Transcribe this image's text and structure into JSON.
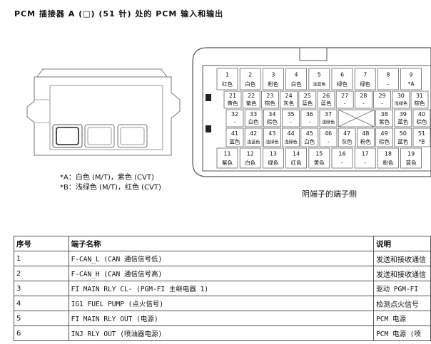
{
  "title": "PCM 插接器 A (□) (51 针) 处的 PCM 输入和输出",
  "notes": [
    "*A：白色 (M/T)，紫色 (CVT)",
    "*B：浅绿色 (M/T)，红色 (CVT)"
  ],
  "caption": "阴端子的端子侧",
  "connector_rows": [
    [
      {
        "n": "1",
        "c": "红色"
      },
      {
        "n": "2",
        "c": "白色"
      },
      {
        "n": "3",
        "c": "粉色"
      },
      {
        "n": "4",
        "c": "白色"
      },
      {
        "n": "5",
        "c": "浅蓝色"
      },
      {
        "n": "6",
        "c": "绿色"
      },
      {
        "n": "7",
        "c": "绿色"
      },
      {
        "n": "8",
        "c": "-"
      },
      {
        "n": "9",
        "c": "*A"
      }
    ],
    [
      {
        "n": "21",
        "c": "黄色"
      },
      {
        "n": "22",
        "c": "紫色"
      },
      {
        "n": "23",
        "c": "棕色"
      },
      {
        "n": "24",
        "c": "灰色"
      },
      {
        "n": "25",
        "c": "蓝色"
      },
      {
        "n": "26",
        "c": "蓝色"
      },
      {
        "n": "27",
        "c": "-"
      },
      {
        "n": "28",
        "c": "-"
      },
      {
        "n": "29",
        "c": "-"
      },
      {
        "n": "30",
        "c": "浅绿色"
      },
      {
        "n": "31",
        "c": "棕色"
      }
    ],
    [
      {
        "n": "32",
        "c": "-"
      },
      {
        "n": "33",
        "c": "白色"
      },
      {
        "n": "34",
        "c": "棕色"
      },
      {
        "n": "35",
        "c": "-"
      },
      {
        "n": "36",
        "c": "-"
      },
      {
        "n": "37",
        "c": "浅绿色"
      },
      {
        "n": "38",
        "c": "紫色"
      },
      {
        "n": "39",
        "c": "蓝色"
      },
      {
        "n": "40",
        "c": "棕色"
      }
    ],
    [
      {
        "n": "41",
        "c": "蓝色"
      },
      {
        "n": "42",
        "c": "浅蓝色"
      },
      {
        "n": "43",
        "c": "浅绿色"
      },
      {
        "n": "44",
        "c": "浅绿色"
      },
      {
        "n": "45",
        "c": "白色"
      },
      {
        "n": "46",
        "c": "-"
      },
      {
        "n": "47",
        "c": "灰色"
      },
      {
        "n": "48",
        "c": "粉色"
      },
      {
        "n": "49",
        "c": "棕色"
      },
      {
        "n": "50",
        "c": "蓝色"
      },
      {
        "n": "51",
        "c": "*B"
      }
    ],
    [
      {
        "n": "11",
        "c": "紫色"
      },
      {
        "n": "12",
        "c": "白色"
      },
      {
        "n": "13",
        "c": "绿色"
      },
      {
        "n": "14",
        "c": "红色"
      },
      {
        "n": "15",
        "c": "黄色"
      },
      {
        "n": "16",
        "c": "-"
      },
      {
        "n": "17",
        "c": "-"
      },
      {
        "n": "18",
        "c": "粉色"
      },
      {
        "n": "19",
        "c": "蓝色"
      }
    ]
  ],
  "table": {
    "headers": [
      "序号",
      "端子名称",
      "说明"
    ],
    "rows": [
      {
        "no": "1",
        "name": "F-CAN_L (CAN 通信信号低)",
        "desc": "发送和接收通信"
      },
      {
        "no": "2",
        "name": "F-CAN_H (CAN 通信信号高)",
        "desc": "发送和接收通信"
      },
      {
        "no": "3",
        "name": "FI MAIN RLY CL- (PGM-FI 主继电器 1)",
        "desc": "驱动 PGM-FI"
      },
      {
        "no": "4",
        "name": "IG1 FUEL PUMP (点火信号)",
        "desc": "检测点火信号"
      },
      {
        "no": "5",
        "name": "FI MAIN RLY OUT (电源)",
        "desc": "PCM 电源"
      },
      {
        "no": "6",
        "name": "INJ RLY OUT (喷油器电源)",
        "desc": "PCM 电源 (喷"
      }
    ]
  }
}
